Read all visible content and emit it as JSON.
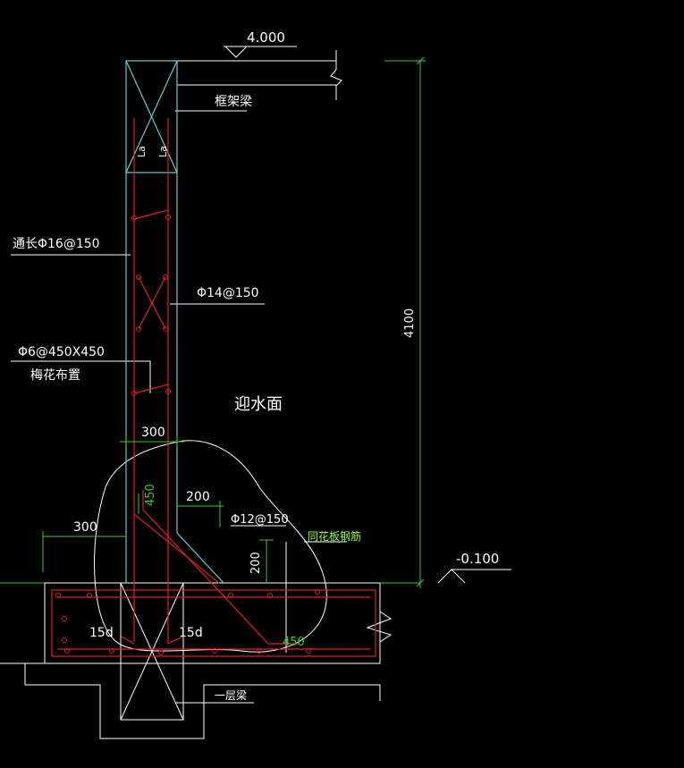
{
  "colors": {
    "background": "#000000",
    "white": "#ffffff",
    "cyan": "#66cccc",
    "red": "#e02020",
    "green": "#33cc33",
    "yellow_green": "#99ff33"
  },
  "labels": {
    "elev_top": "4.000",
    "frame_beam": "框架梁",
    "la_left": "La",
    "la_right": "La",
    "long_rebar": "通长Φ16@150",
    "stirrup": "Φ14@150",
    "tie_spec": "Φ6@450X450",
    "tie_layout": "梅花布置",
    "water_face": "迎水面",
    "dim_300_top": "300",
    "dim_450": "450",
    "dim_200_a": "200",
    "dim_300_left": "300",
    "haunch_bar": "Φ12@150",
    "slab_bar": "同花板钢筋",
    "dim_200_b": "200",
    "elev_bottom": "-0.100",
    "dim_4100": "4100",
    "anchor_left": "15d",
    "anchor_right": "15d",
    "dim_450_bottom": "450",
    "ground_beam": "一层梁"
  }
}
